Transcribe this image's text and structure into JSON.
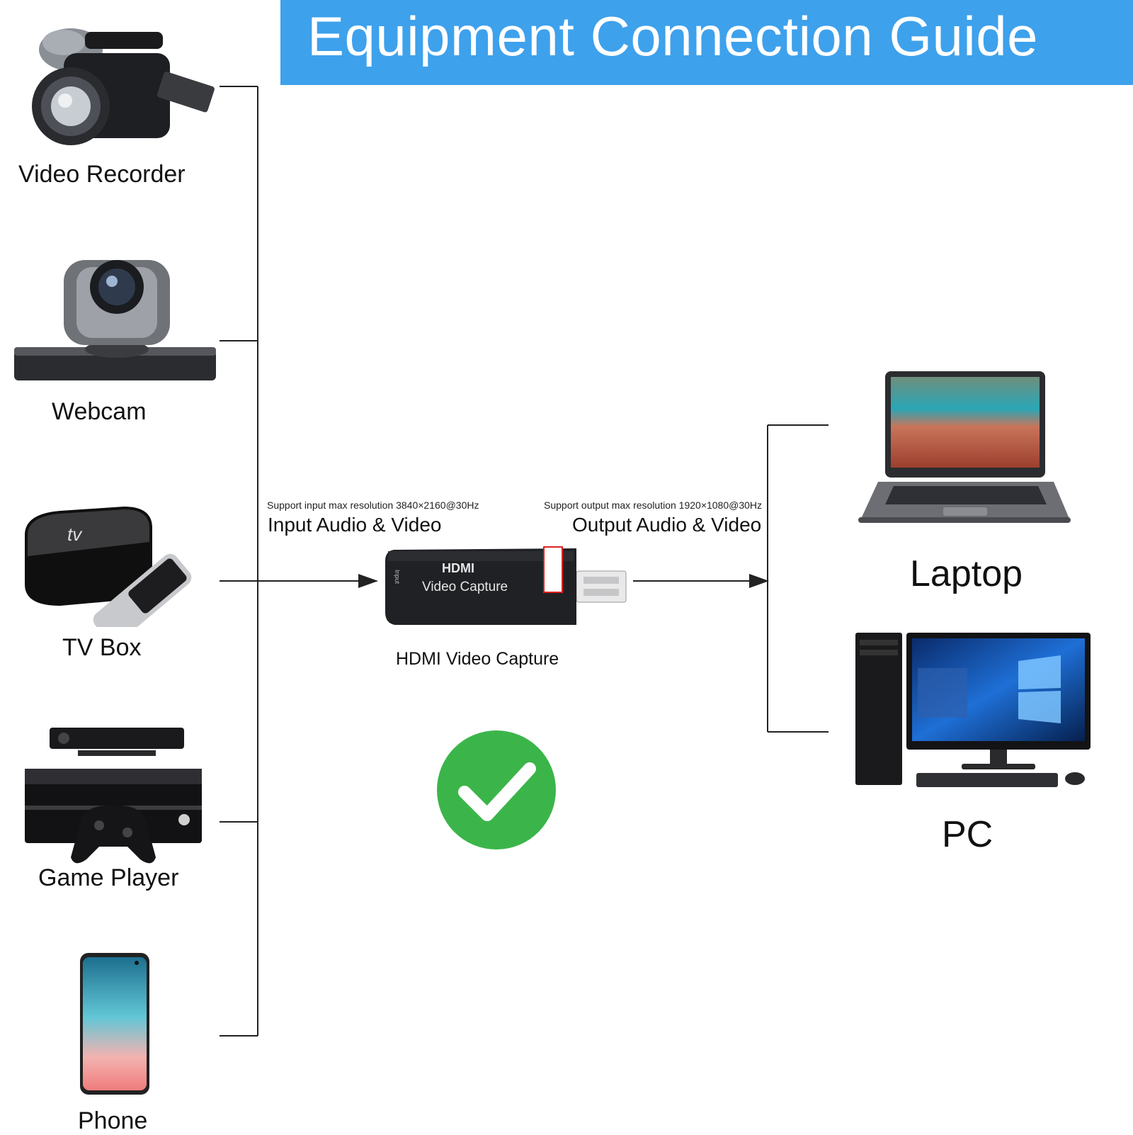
{
  "header": {
    "title": "Equipment Connection Guide"
  },
  "sources": [
    {
      "label": "Video Recorder",
      "icon": "video-recorder-icon"
    },
    {
      "label": "Webcam",
      "icon": "webcam-icon"
    },
    {
      "label": "TV Box",
      "icon": "tv-box-icon"
    },
    {
      "label": "Game Player",
      "icon": "game-console-icon"
    },
    {
      "label": "Phone",
      "icon": "phone-icon"
    }
  ],
  "capture": {
    "input_note": "Support input max resolution 3840×2160@30Hz",
    "input_label": "Input Audio & Video",
    "output_note": "Support output max resolution 1920×1080@30Hz",
    "output_label": "Output Audio & Video",
    "device_caption": "HDMI Video Capture",
    "device_brand": "HDMI",
    "device_text": "Video Capture",
    "device_side_text": "Input"
  },
  "destinations": [
    {
      "label": "Laptop",
      "icon": "laptop-icon"
    },
    {
      "label": "PC",
      "icon": "desktop-pc-icon"
    }
  ],
  "status": {
    "icon": "check-circle-icon",
    "color": "#3bb54a"
  },
  "colors": {
    "banner": "#3ea1ec",
    "lines": "#222222"
  }
}
